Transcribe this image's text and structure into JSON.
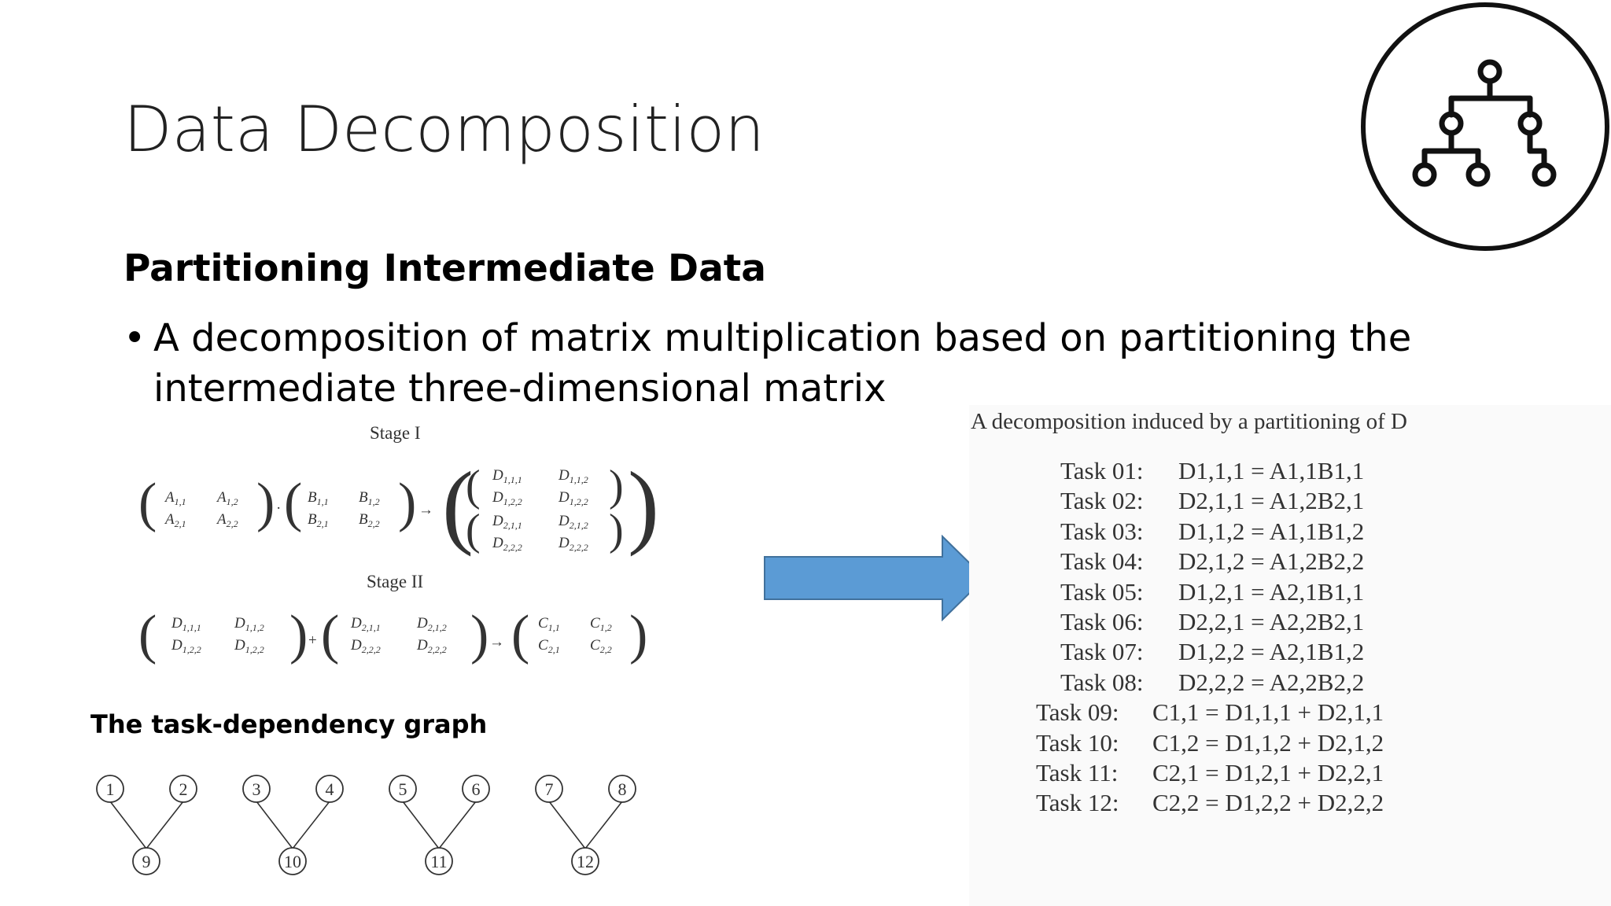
{
  "slide": {
    "title": "Data Decomposition",
    "subtitle": "Partitioning Intermediate Data",
    "bullet_marker": "•",
    "bullet_text": "A decomposition of matrix multiplication based on partitioning the intermediate three-dimensional matrix",
    "icon": "hierarchy-icon",
    "arrow_color": "#5b9bd5"
  },
  "figure_stages": {
    "stage1_label": "Stage I",
    "stage2_label": "Stage II"
  },
  "task_graph": {
    "label": "The task-dependency graph",
    "groups": [
      {
        "inputs": [
          "1",
          "2"
        ],
        "output": "9"
      },
      {
        "inputs": [
          "3",
          "4"
        ],
        "output": "10"
      },
      {
        "inputs": [
          "5",
          "6"
        ],
        "output": "11"
      },
      {
        "inputs": [
          "7",
          "8"
        ],
        "output": "12"
      }
    ]
  },
  "decomposition": {
    "caption": "A decomposition induced by a partitioning of D",
    "tasks": [
      {
        "name": "Task 01:",
        "equation": "D1,1,1 = A1,1B1,1"
      },
      {
        "name": "Task 02:",
        "equation": "D2,1,1 = A1,2B2,1"
      },
      {
        "name": "Task 03:",
        "equation": "D1,1,2 = A1,1B1,2"
      },
      {
        "name": "Task 04:",
        "equation": "D2,1,2 = A1,2B2,2"
      },
      {
        "name": "Task 05:",
        "equation": "D1,2,1 = A2,1B1,1"
      },
      {
        "name": "Task 06:",
        "equation": "D2,2,1 = A2,2B2,1"
      },
      {
        "name": "Task 07:",
        "equation": "D1,2,2 = A2,1B1,2"
      },
      {
        "name": "Task 08:",
        "equation": "D2,2,2 = A2,2B2,2"
      },
      {
        "name": "Task 09:",
        "equation": "C1,1 = D1,1,1 + D2,1,1"
      },
      {
        "name": "Task 10:",
        "equation": "C1,2 = D1,1,2 + D2,1,2"
      },
      {
        "name": "Task 11:",
        "equation": "C2,1 = D1,2,1 + D2,2,1"
      },
      {
        "name": "Task 12:",
        "equation": "C2,2 = D1,2,2 + D2,2,2"
      }
    ]
  }
}
